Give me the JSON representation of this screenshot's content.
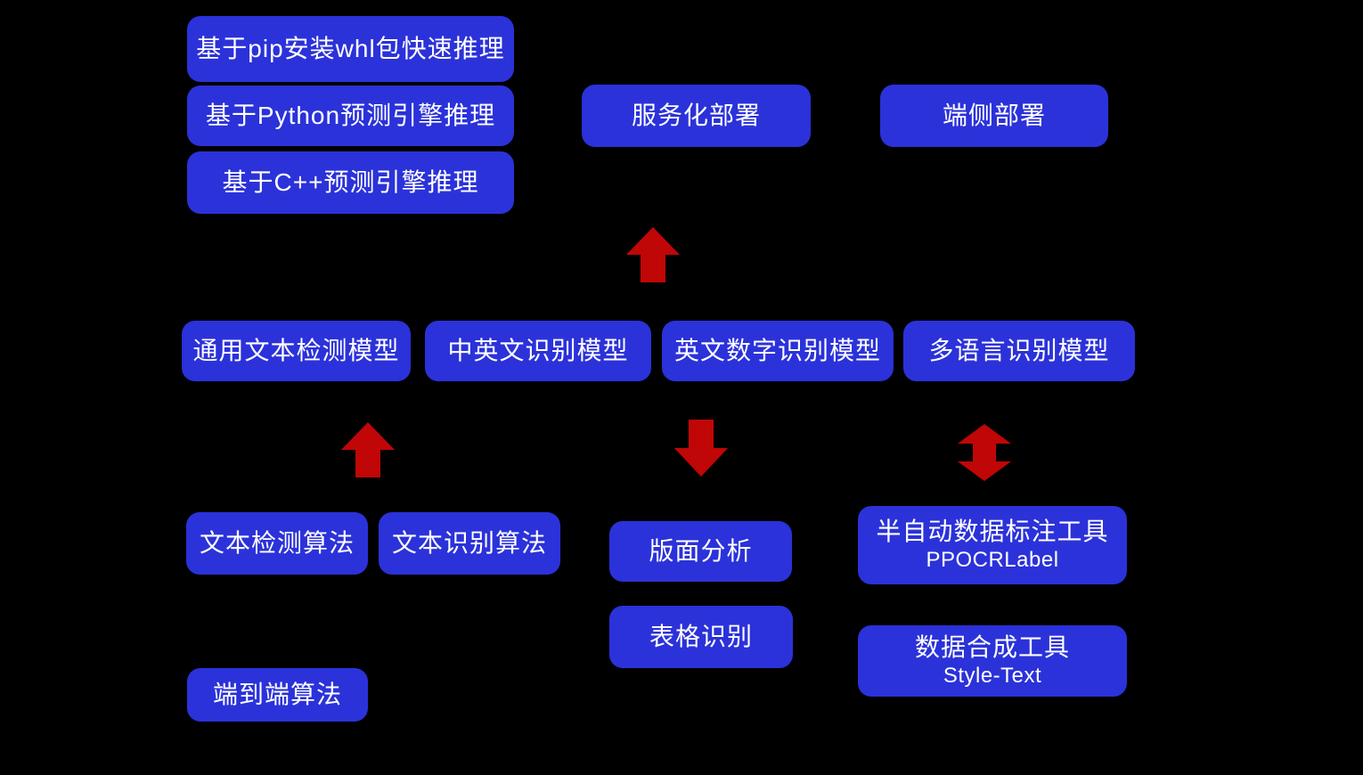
{
  "colors": {
    "background": "#000000",
    "box": "#2B32D9",
    "arrow": "#C00606",
    "text": "#FFFFFF"
  },
  "nodes": {
    "pip_whl": {
      "label": "基于pip安装whl包快速推理"
    },
    "python_engine": {
      "label": "基于Python预测引擎推理"
    },
    "cpp_engine": {
      "label": "基于C++预测引擎推理"
    },
    "serving_deploy": {
      "label": "服务化部署"
    },
    "edge_deploy": {
      "label": "端侧部署"
    },
    "general_det_model": {
      "label": "通用文本检测模型"
    },
    "zh_en_rec_model": {
      "label": "中英文识别模型"
    },
    "en_num_rec_model": {
      "label": "英文数字识别模型"
    },
    "multilang_rec_model": {
      "label": "多语言识别模型"
    },
    "text_det_algo": {
      "label": "文本检测算法"
    },
    "text_rec_algo": {
      "label": "文本识别算法"
    },
    "layout_analysis": {
      "label": "版面分析"
    },
    "table_recognition": {
      "label": "表格识别"
    },
    "labeling_tool": {
      "label": "半自动数据标注工具",
      "sublabel": "PPOCRLabel"
    },
    "synthesis_tool": {
      "label": "数据合成工具",
      "sublabel": "Style-Text"
    },
    "e2e_algo": {
      "label": "端到端算法"
    }
  },
  "arrows": [
    {
      "name": "up-arrow-to-deployment",
      "direction": "up"
    },
    {
      "name": "up-arrow-algos-to-det-model",
      "direction": "up"
    },
    {
      "name": "down-arrow-model-to-layout",
      "direction": "down"
    },
    {
      "name": "up-down-arrow-model-tools",
      "direction": "up-down"
    }
  ]
}
